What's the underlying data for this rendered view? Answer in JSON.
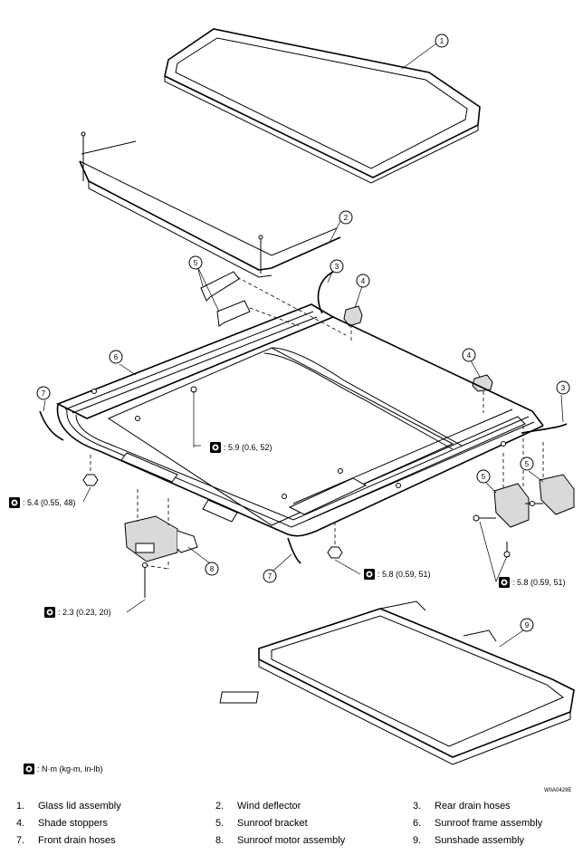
{
  "callouts": [
    "1",
    "2",
    "3",
    "3",
    "4",
    "4",
    "5",
    "5",
    "5",
    "6",
    "7",
    "7",
    "8",
    "9"
  ],
  "torques": {
    "t1": ": 5.9 (0.6, 52)",
    "t2": ": 5.4 (0.55, 48)",
    "t3": ": 5.8 (0.59, 51)",
    "t4": ": 5.8 (0.59, 51)",
    "t5": ": 2.3 (0.23, 20)"
  },
  "unit_note": ": N·m (kg-m, in-lb)",
  "figure_code": "WIIA0429E",
  "legend": [
    {
      "num": "1.",
      "label": "Glass lid assembly"
    },
    {
      "num": "2.",
      "label": "Wind deflector"
    },
    {
      "num": "3.",
      "label": "Rear drain hoses"
    },
    {
      "num": "4.",
      "label": "Shade stoppers"
    },
    {
      "num": "5.",
      "label": "Sunroof bracket"
    },
    {
      "num": "6.",
      "label": "Sunroof frame assembly"
    },
    {
      "num": "7.",
      "label": "Front drain hoses"
    },
    {
      "num": "8.",
      "label": "Sunroof motor assembly"
    },
    {
      "num": "9.",
      "label": "Sunshade assembly"
    }
  ]
}
